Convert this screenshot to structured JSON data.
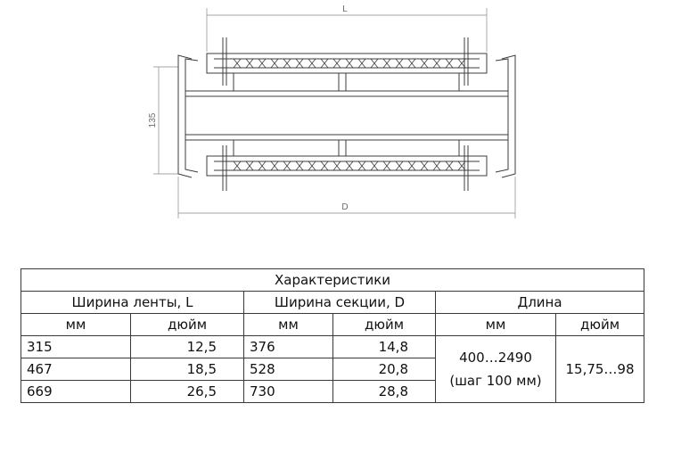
{
  "drawing": {
    "dim_L": "L",
    "dim_D": "D",
    "dim_height": "135"
  },
  "table": {
    "title": "Характеристики",
    "groups": [
      "Ширина ленты, L",
      "Ширина секции, D",
      "Длина"
    ],
    "units": [
      "мм",
      "дюйм",
      "мм",
      "дюйм",
      "мм",
      "дюйм"
    ],
    "rows": [
      [
        "315",
        "12,5",
        "376",
        "14,8"
      ],
      [
        "467",
        "18,5",
        "528",
        "20,8"
      ],
      [
        "669",
        "26,5",
        "730",
        "28,8"
      ]
    ],
    "length_mm_line1": "400…2490",
    "length_mm_line2": "(шаг 100 мм)",
    "length_in": "15,75…98"
  }
}
